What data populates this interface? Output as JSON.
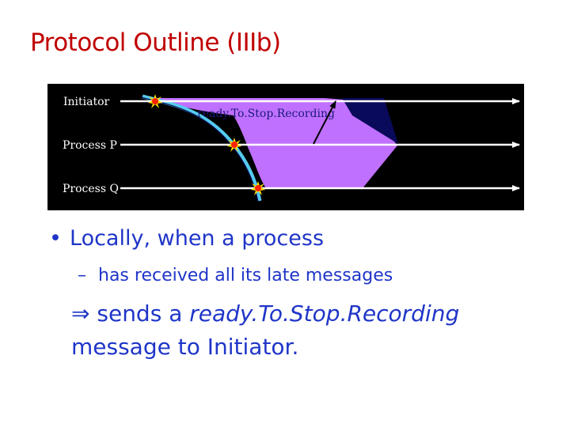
{
  "slide": {
    "title": "Protocol Outline (IIIb)"
  },
  "diagram": {
    "processes": [
      "Initiator",
      "Process P",
      "Process Q"
    ],
    "message_label": "ready.To.Stop.Recording",
    "colors": {
      "background": "#000000",
      "timeline": "#ffffff",
      "region": "#c070ff",
      "recording_line": "#55ccee",
      "dark_region": "#0a0a5a",
      "marker": "#ff2200"
    }
  },
  "bullets": {
    "main": {
      "symbol": "•",
      "text": "Locally, when a process"
    },
    "sub": {
      "symbol": "–",
      "text": "has received all its late messages"
    },
    "implication": {
      "symbol": "⇒",
      "prefix": "sends a",
      "emphasis": "ready.To.Stop.Recording",
      "suffix": "message to Initiator."
    }
  }
}
